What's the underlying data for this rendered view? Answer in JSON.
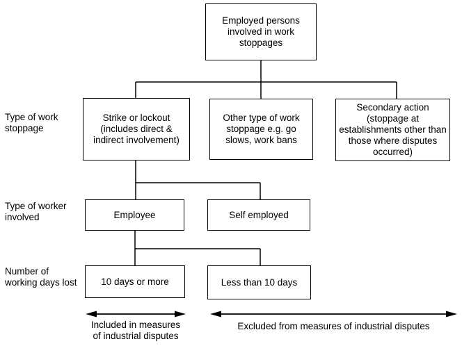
{
  "diagram": {
    "nodes": {
      "root": "Employed persons\ninvolved in work\nstoppages",
      "strike": "Strike or lockout\n(includes direct &\nindirect involvement)",
      "other": "Other type of work\nstoppage e.g. go\nslows, work bans",
      "secondary": "Secondary action\n(stoppage at\nestablishments other than\nthose where disputes\noccurred)",
      "employee": "Employee",
      "self_employed": "Self employed",
      "ten_days_or_more": "10 days or more",
      "less_than_ten_days": "Less than 10 days"
    },
    "side_labels": {
      "type_of_work_stoppage": "Type of work\nstoppage",
      "type_of_worker_involved": "Type of worker\ninvolved",
      "number_of_working_days_lost": "Number of\nworking days lost"
    },
    "legend": {
      "included": "Included in measures\nof industrial disputes",
      "excluded": "Excluded from measures of industrial disputes"
    },
    "colors": {
      "line": "#000000",
      "background": "#ffffff",
      "text": "#000000"
    }
  }
}
